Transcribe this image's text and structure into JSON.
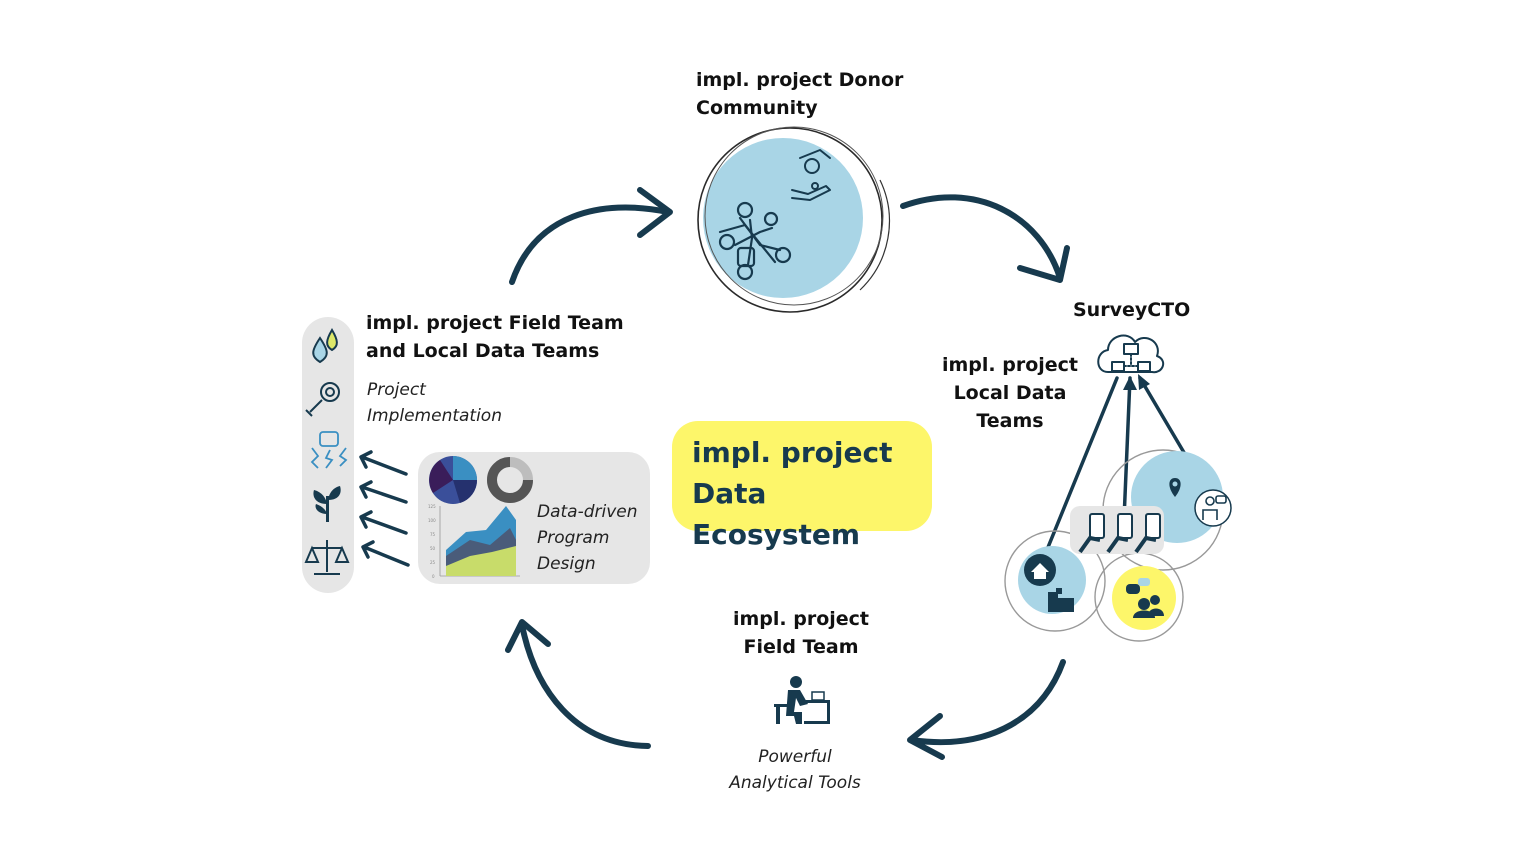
{
  "donor": {
    "title_line1": "impl. project Donor",
    "title_line2": "Community"
  },
  "surveycto": {
    "title": "SurveyCTO"
  },
  "local_teams": {
    "line1": "impl. project",
    "line2": "Local Data",
    "line3": "Teams"
  },
  "field_team_left": {
    "title_line1": "impl. project Field Team",
    "title_line2": "and Local Data Teams",
    "subtitle_line1": "Project",
    "subtitle_line2": "Implementation"
  },
  "center": {
    "line1": "impl. project",
    "line2": "Data Ecosystem"
  },
  "data_panel": {
    "line1": "Data-driven",
    "line2": "Program",
    "line3": "Design"
  },
  "field_team_bottom": {
    "title_line1": "impl. project",
    "title_line2": "Field Team",
    "subtitle_line1": "Powerful",
    "subtitle_line2": "Analytical Tools"
  },
  "colors": {
    "navy": "#173a4e",
    "light_blue": "#a9d5e6",
    "yellow": "#fdf66a",
    "panel_grey": "#e6e6e6"
  },
  "icons": {
    "pill": [
      "water-drops-icon",
      "gear-wrench-icon",
      "fist-lightning-icon",
      "plant-icon",
      "scales-icon"
    ],
    "donor": [
      "hand-coin-icon",
      "team-huddle-icon"
    ],
    "surveycto": [
      "cloud-network-icon"
    ],
    "local": [
      "location-pin-icon",
      "person-chat-icon",
      "house-icon",
      "buildings-icon",
      "chat-people-icon",
      "phone-hand-icon"
    ],
    "field": [
      "person-at-desk-icon"
    ]
  }
}
